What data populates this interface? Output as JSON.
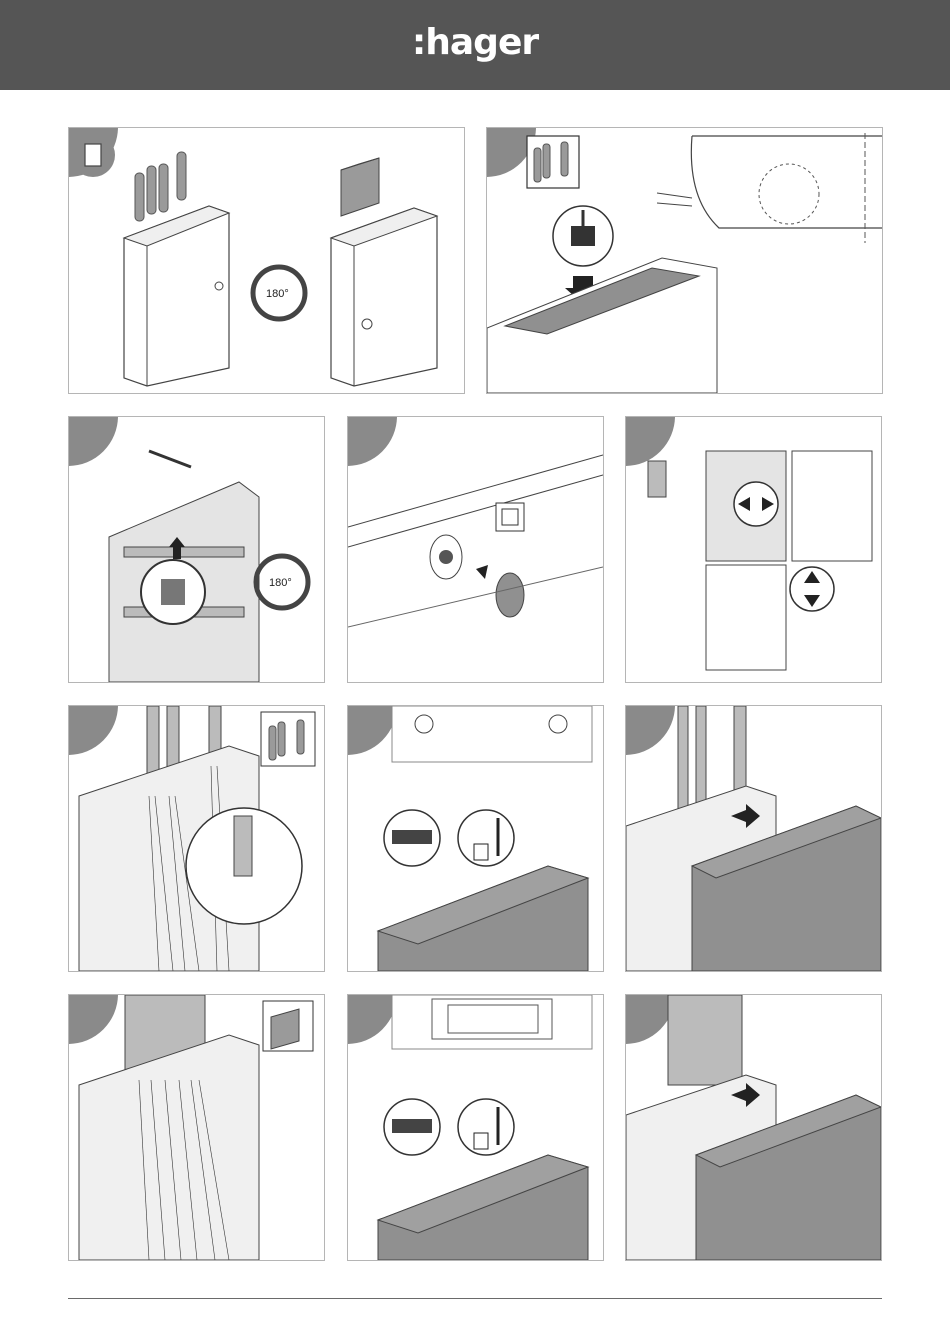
{
  "header": {
    "logo": ":hager"
  },
  "steps": {
    "rotate_label_1": "180°",
    "rotate_label_2": "180°"
  },
  "colors": {
    "header_bg": "#555555",
    "tab": "#8a8a8a",
    "box_grey": "#909090"
  }
}
